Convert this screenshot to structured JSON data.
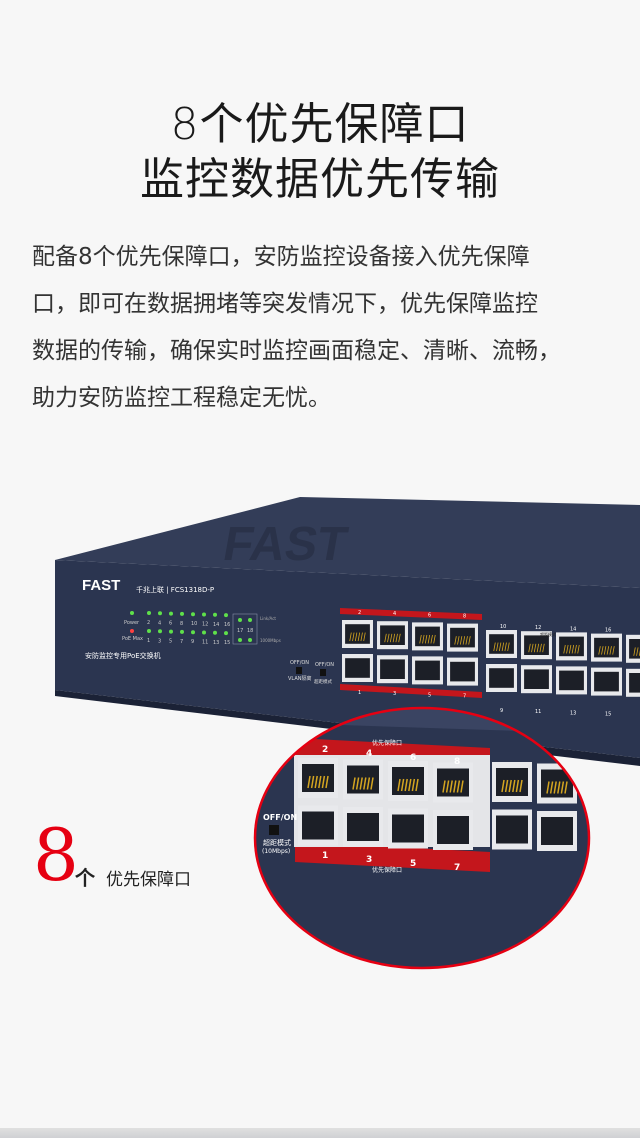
{
  "heading": {
    "line1": "8个优先保障口",
    "line2": "监控数据优先传输"
  },
  "description": [
    "配备8个优先保障口，安防监控设备接入优先保障",
    "口，即可在数据拥堵等突发情况下，优先保障监控",
    "数据的传输，确保实时监控画面稳定、清晰、流畅，",
    "助力安防监控工程稳定无忧。"
  ],
  "product": {
    "brand": "FAST",
    "model_line": "千兆上联 | FCS1318D-P",
    "subtitle": "安防监控专用PoE交换机",
    "led_labels": {
      "power": "Power",
      "poe_max": "PoE Max",
      "link": "Link/Act",
      "speed": "1000Mbps"
    },
    "top_ports": [
      "2",
      "4",
      "6",
      "8",
      "10",
      "12",
      "14",
      "16"
    ],
    "bottom_ports": [
      "1",
      "3",
      "5",
      "7",
      "9",
      "11",
      "13",
      "15"
    ],
    "uplink_ports": [
      "17",
      "18"
    ],
    "priority_label": "优先保障口",
    "extend_label": "超距模式",
    "switch1": {
      "state": "OFF/ON",
      "label": "VLAN隔离"
    },
    "switch2": {
      "state": "OFF/ON",
      "label": "超距模式",
      "sub": "(10Mbps)"
    },
    "colors": {
      "body": "#2b3550",
      "accent": "#c4161c",
      "led": "#5fe04a"
    }
  },
  "callout": {
    "number": "8",
    "unit": "个",
    "label": "优先保障口"
  }
}
